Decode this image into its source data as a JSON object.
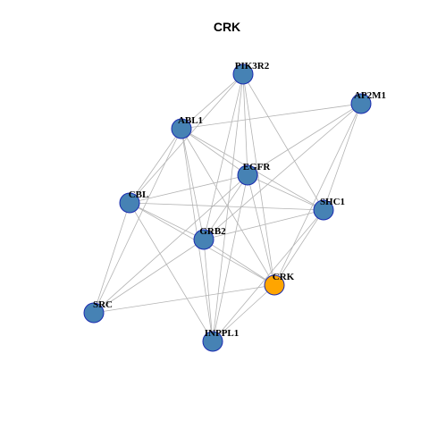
{
  "title": "CRK",
  "colors": {
    "node_default": "#4682b4",
    "node_highlight": "#ffa500",
    "node_border": "#1a2bb0",
    "edge": "#b3b3b3"
  },
  "nodes": [
    {
      "id": "PIK3R2",
      "label": "PIK3R2",
      "highlight": false
    },
    {
      "id": "AP2M1",
      "label": "AP2M1",
      "highlight": false
    },
    {
      "id": "ABL1",
      "label": "ABL1",
      "highlight": false
    },
    {
      "id": "EGFR",
      "label": "EGFR",
      "highlight": false
    },
    {
      "id": "CBL",
      "label": "CBL",
      "highlight": false
    },
    {
      "id": "SHC1",
      "label": "SHC1",
      "highlight": false
    },
    {
      "id": "GRB2",
      "label": "GRB2",
      "highlight": false
    },
    {
      "id": "CRK",
      "label": "CRK",
      "highlight": true
    },
    {
      "id": "SRC",
      "label": "SRC",
      "highlight": false
    },
    {
      "id": "INPPL1",
      "label": "INPPL1",
      "highlight": false
    }
  ],
  "edges": [
    [
      "PIK3R2",
      "ABL1"
    ],
    [
      "PIK3R2",
      "EGFR"
    ],
    [
      "PIK3R2",
      "SHC1"
    ],
    [
      "PIK3R2",
      "GRB2"
    ],
    [
      "PIK3R2",
      "CRK"
    ],
    [
      "PIK3R2",
      "CBL"
    ],
    [
      "PIK3R2",
      "INPPL1"
    ],
    [
      "AP2M1",
      "ABL1"
    ],
    [
      "AP2M1",
      "EGFR"
    ],
    [
      "AP2M1",
      "SHC1"
    ],
    [
      "AP2M1",
      "GRB2"
    ],
    [
      "AP2M1",
      "CRK"
    ],
    [
      "ABL1",
      "EGFR"
    ],
    [
      "ABL1",
      "CBL"
    ],
    [
      "ABL1",
      "SHC1"
    ],
    [
      "ABL1",
      "GRB2"
    ],
    [
      "ABL1",
      "CRK"
    ],
    [
      "ABL1",
      "SRC"
    ],
    [
      "ABL1",
      "INPPL1"
    ],
    [
      "EGFR",
      "CBL"
    ],
    [
      "EGFR",
      "SHC1"
    ],
    [
      "EGFR",
      "GRB2"
    ],
    [
      "EGFR",
      "CRK"
    ],
    [
      "EGFR",
      "SRC"
    ],
    [
      "EGFR",
      "INPPL1"
    ],
    [
      "CBL",
      "SHC1"
    ],
    [
      "CBL",
      "GRB2"
    ],
    [
      "CBL",
      "CRK"
    ],
    [
      "CBL",
      "SRC"
    ],
    [
      "CBL",
      "INPPL1"
    ],
    [
      "SHC1",
      "GRB2"
    ],
    [
      "SHC1",
      "CRK"
    ],
    [
      "SHC1",
      "INPPL1"
    ],
    [
      "GRB2",
      "CRK"
    ],
    [
      "GRB2",
      "SRC"
    ],
    [
      "GRB2",
      "INPPL1"
    ],
    [
      "CRK",
      "SRC"
    ],
    [
      "CRK",
      "INPPL1"
    ]
  ]
}
